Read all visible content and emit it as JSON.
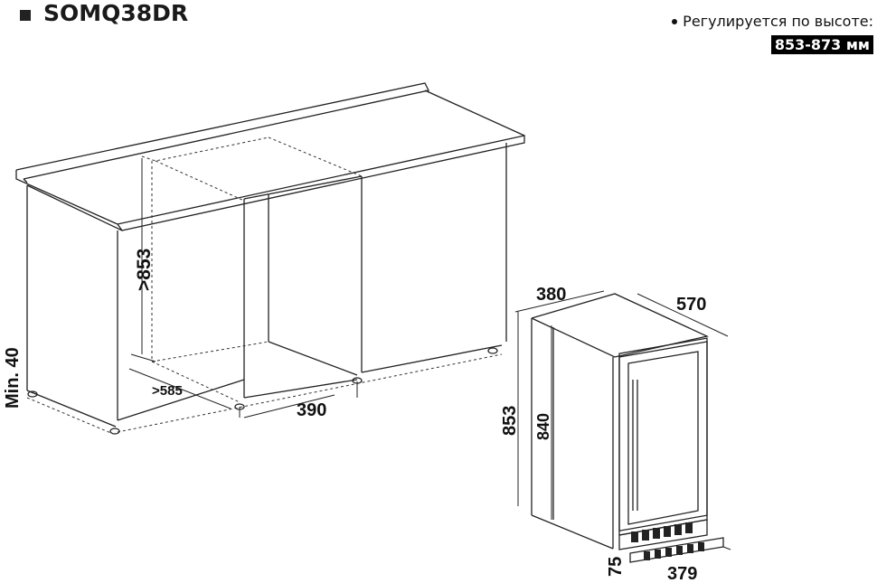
{
  "header": {
    "model": "SOMQ38DR",
    "note": "Регулируется по высоте:",
    "note_value": "853-873 мм"
  },
  "installation": {
    "min_gap": "Min. 40",
    "niche_height": ">853",
    "niche_depth": ">585",
    "niche_width": "390"
  },
  "appliance": {
    "width": "380",
    "depth": "570",
    "total_height": "853",
    "body_height": "840",
    "plinth_height": "75",
    "plinth_width": "379"
  },
  "colors": {
    "line": "#222222",
    "highlight_bg": "#000000",
    "highlight_text": "#ffffff"
  }
}
